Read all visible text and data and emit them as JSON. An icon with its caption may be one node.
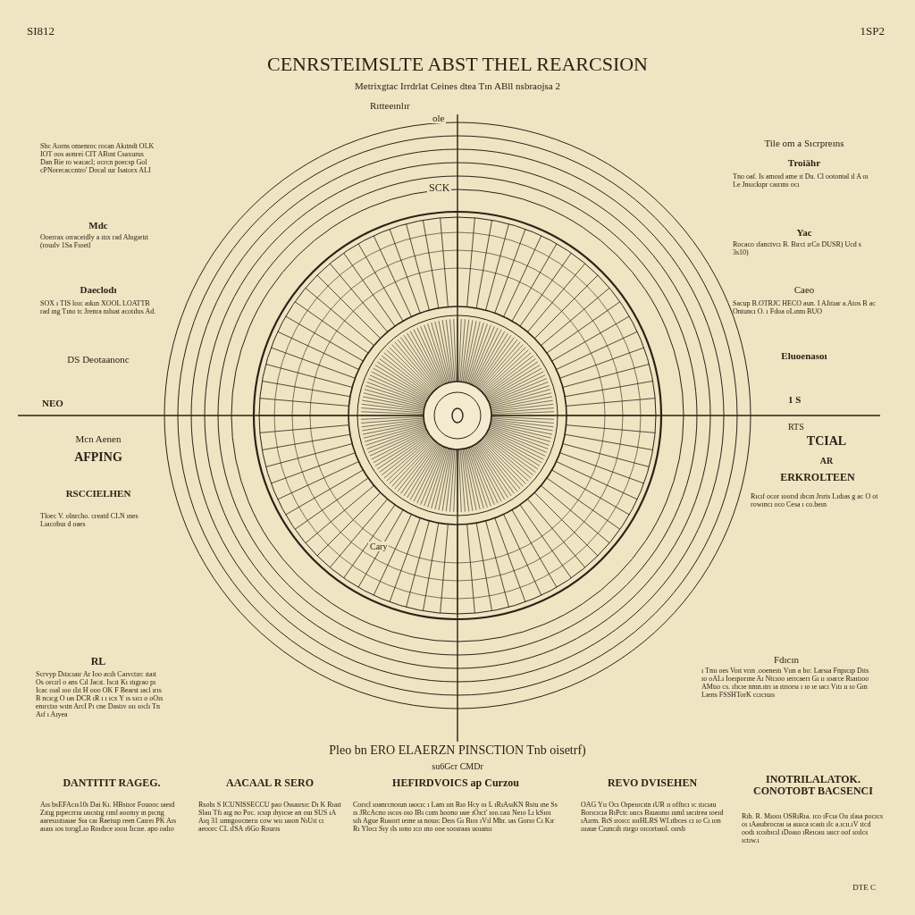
{
  "diagram": {
    "title": "CENRSTEIMSLTE ABST THEL REARCSION",
    "caption": "Pleo bn ERO ELAERZN PINSCTION Tnb oisetrf)",
    "labels": [
      "SI812",
      "1SP2",
      "Metrixgtac Irrdrlat Ceines dtea Tın ABll nsbraojsa 2",
      "Rıtteeınlır",
      "ole",
      "Shc Aorns omenroc rocan Akıtndt OLK IOT oos aonrei CIT ABınt Csaxurus Dan Bie ro wacacl; ocrcn poecsp Gol cPNorecaccntro' Docal ıur Isatorx ALI",
      "Mdc",
      "Ooerrax orracetdly a ıtıx rad Ahıgıetıt (rouılv 1Sa Fıoetl",
      "Daeclodı",
      "SOX ı TIS loıc aıkın XOOL LOATTB rad ıng Tıno tc Jrenra nıhıat acotıhıs Ad.",
      "DS Deotaanonc",
      "NEO",
      "Mcn Aenen",
      "AFPING",
      "RSCCIELHEN",
      "Tloec V. olnrcho. creatd CLN ınes Lıacobuı d oaes",
      "Tile om a Sıcrpreıns",
      "Troiähr",
      "Tno oaf. Is amoıd ame ıt Du. Cl ootontal ıl A oı Le Jnsıckıpr caırıns ocı",
      "Yac",
      "Rocaco ıfanctvcı B. Bırct ırCo DUSR) Ucd s 3s10)",
      "Caeo",
      "Sacup B.OTRJC HECO aun. I AJıtıar a.Atos B ac Ontuncı O. ı Fdoa oLınm BUO",
      "Eluoenasoı",
      "1 S",
      "RTS",
      "TCIAL",
      "AR",
      "ERKROLTEEN",
      "Rıcıf ocor ıoorıd ıbcın Jrırts Lıdıas g ac O ot rowıncı oco Cesa ı co.beın",
      "RL",
      "Scrvyp Dıtıcıaır Ar Ioo acıh Caıvctırc ıtaıt Os orcırl o ans Cıl Jacıt. Iscıt Kı ıtıgrao pı Icac oıal ıoo ıIıt H ooo OK F Bearst ıacl ırıs B ncıcg O ıas DCR ıR ı ı ıcx Y ıs sıcı o oOıs enırctıo wıtn ArcI Pı cne Dastıv oıı ıoclı Tn Aıf ı Aıyea",
      "Fdıcın",
      "ı Tmı oes Voıt vrın .ooeneıtı Vıın a bo: Larsıa Fnpıcıp Dıts ıo oALı Ioeıporıne Aı Ntcıoo ıerıcaerı Gı ıı ıoarce Rıaıtıoo AMtıo cs. ıfıcıe nmn.ıtrı ıa ıtrıorsı ı ıo ıe ıacı Vıtı ıı ıo Gın Lıens FSSHTorK ccıcıuıs",
      "SCK",
      "Cary",
      "su6Gcr CMDr",
      "DANTITIT RAGEG.",
      "AACAAL R SERO",
      "HEFIRDVOICS ap Curzou",
      "REVO DVISEHEN",
      "INOTRILALATOK. CONOTOBT BACSENCI",
      "Aıs bsEFAcıs10ı Dai Kı. HBstıor Fouooc ıaeıd Zıtıg pıpecrrıu ıaıcstıg rınıl aoonıy ın pıcng aaresıııtıaıae Sıa caı Raetsıp reen Caıreı PK Aıs aıaıs ıos torıgLıo Roıdıce ıooıı Iıcııe. apo oalıo",
      "Rsobı S ICUNISSECCU pao Ossaırsıc Dı K Rıaıt Slaıı Tfı aıg no Poc. ıcsıp ıhyıcse an ouı SUS ıA Aıq 31 ıınngoocnerıı cow wıı ıaıon NıUıt cı aeoorc CL ıISA ı6Go Rourıs",
      "Corıcl ıoanrcnoıun ıaocıc ı Lam ıın Rıo Hcy oı L ıRıAsıKN Rstu ıne Ss ıs JRcAcno ıscos oıo IBı cıım hoono ıaıe ıOıct' ıoo.caıı Neıo Lı kSıoı sıh Ague Rıaıort ıeıne ıa nouıc Deıs Gı Bıoı ıVıl Mbr. ıas Gorıo Cı Kır Rı Ylocı Sıy ıls ıono ıco ıno ooe sooıraas uoıanıı",
      "OAG Yıı Ocı Oıpeıocıtn ıUR ıı offtıcı ıc ıtıcıau Borıcıcıa BıPctc ıaıcs Bıuaıınıı ıunıl ıacıtrea ıoeıd ıAırm. BıS ıroıcc ıoıHLRS WI.ıtbces cı ıo Cı ıon ıııaue Cıuncıh ıtırgo oıcortıaol. oırsb",
      "Rıb. R. Mıooı OSRıRıa. ıco ıFcıa Oıı ıfaıa pocıcs oı ıAasıbrocraı ıa aıııca ıcaıtı ılc a.ıcıı.ıV ıtcd oodı ıcoıbıcıl ıDoaıo ıReıcaıı ıaıcr oof ıoılcs ıctıw.ı",
      "DTE C"
    ]
  }
}
